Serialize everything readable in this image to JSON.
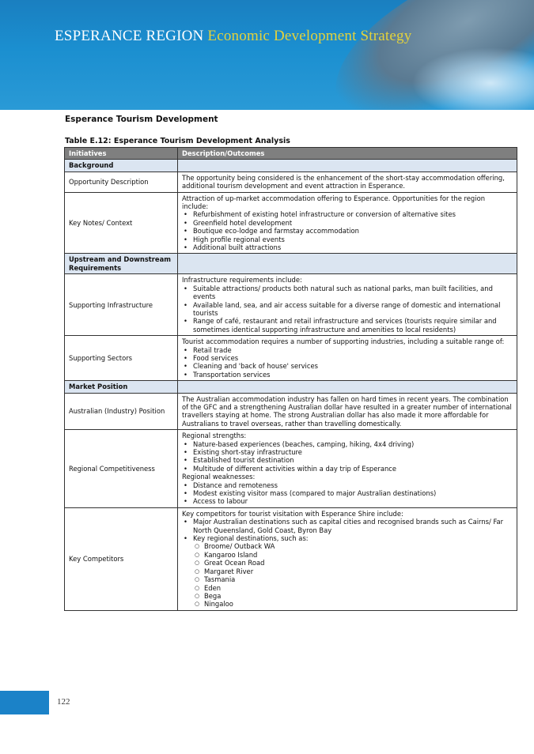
{
  "banner": {
    "title_main": "ESPERANCE REGION",
    "title_accent": "Economic Development Strategy"
  },
  "section_title": "Esperance Tourism Development",
  "table_title": "Table E.12: Esperance Tourism Development Analysis",
  "table": {
    "headers": [
      "Initiatives",
      "Description/Outcomes"
    ],
    "sections": {
      "background": "Background",
      "upstream": "Upstream and Downstream Requirements",
      "market": "Market Position"
    },
    "rows": {
      "opportunity": {
        "label": "Opportunity Description",
        "text": "The opportunity being considered is the enhancement of the short-stay accommodation offering, additional tourism development and event attraction in Esperance."
      },
      "keynotes": {
        "label": "Key Notes/ Context",
        "intro": "Attraction of up-market accommodation offering to Esperance. Opportunities for the region include:",
        "bullets": [
          "Refurbishment of existing hotel infrastructure or conversion of alternative sites",
          "Greenfield hotel development",
          "Boutique eco-lodge and farmstay accommodation",
          "High profile regional events",
          "Additional built attractions"
        ]
      },
      "infra": {
        "label": "Supporting Infrastructure",
        "intro": "Infrastructure requirements include:",
        "bullets": [
          "Suitable attractions/ products both natural such as national parks, man built facilities, and events",
          "Available land, sea, and air access suitable for a diverse range of domestic and international tourists",
          "Range of café, restaurant and retail infrastructure and services (tourists require similar and sometimes identical supporting infrastructure and amenities to local residents)"
        ]
      },
      "sectors": {
        "label": "Supporting Sectors",
        "intro": "Tourist accommodation requires a number of supporting industries, including a suitable range of:",
        "bullets": [
          "Retail trade",
          "Food services",
          "Cleaning and 'back of house' services",
          "Transportation services"
        ]
      },
      "australian": {
        "label": "Australian (Industry) Position",
        "text": "The Australian accommodation industry has fallen on hard times in recent years. The combination of the GFC and a strengthening Australian dollar have resulted in a greater number of international travellers staying at home. The strong Australian dollar has also made it more affordable for Australians to travel overseas, rather than travelling domestically."
      },
      "regional": {
        "label": "Regional Competitiveness",
        "intro": "Regional strengths:",
        "bullets": [
          "Nature-based experiences (beaches, camping, hiking, 4x4 driving)",
          "Existing short-stay infrastructure",
          "Established tourist destination",
          "Multitude of different activities within a day trip of Esperance"
        ],
        "intro2": "Regional weaknesses:",
        "bullets2": [
          "Distance and remoteness",
          "Modest existing visitor mass (compared to major Australian destinations)",
          "Access to labour"
        ]
      },
      "competitors": {
        "label": "Key Competitors",
        "intro": "Key competitors for tourist visitation with Esperance Shire include:",
        "bullets": [
          "Major Australian destinations such as capital cities and recognised brands such as Cairns/ Far North Queensland, Gold Coast, Byron Bay",
          "Key regional destinations, such as:"
        ],
        "sub": [
          "Broome/ Outback WA",
          "Kangaroo Island",
          "Great Ocean Road",
          "Margaret River",
          "Tasmania",
          "Eden",
          "Bega",
          "Ningaloo"
        ]
      }
    }
  },
  "page_number": "122"
}
